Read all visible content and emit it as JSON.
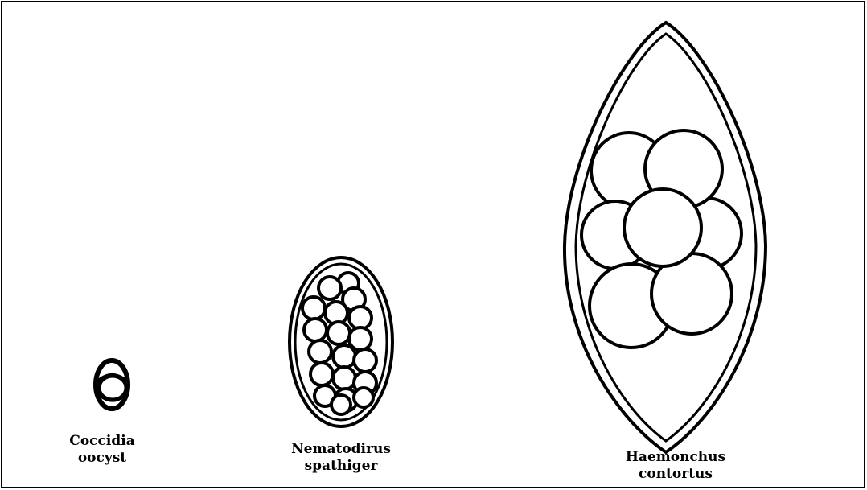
{
  "colors": {
    "ink": "#000000",
    "background": "#ffffff"
  },
  "specimens": [
    {
      "id": "coccidia",
      "label_lines": [
        "Coccidia",
        "oocyst"
      ]
    },
    {
      "id": "nematodirus",
      "label_lines": [
        "Nematodirus",
        "spathiger"
      ]
    },
    {
      "id": "haemonchus",
      "label_lines": [
        "Haemonchus",
        "contortus"
      ]
    }
  ]
}
